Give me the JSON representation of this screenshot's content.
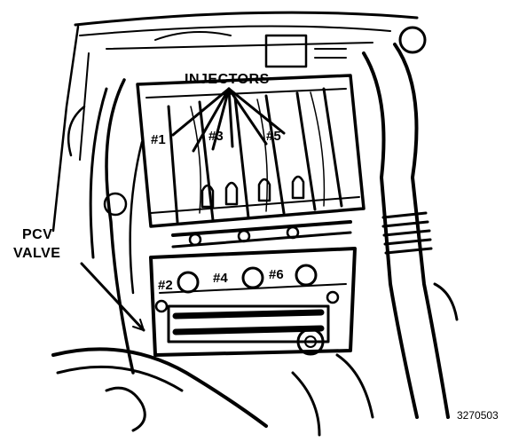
{
  "labels": {
    "injectors": "INJECTORS",
    "pcv_line1": "PCV",
    "pcv_line2": "VALVE",
    "cyl1": "#1",
    "cyl2": "#2",
    "cyl3": "#3",
    "cyl4": "#4",
    "cyl5": "#5",
    "cyl6": "#6"
  },
  "figure_number": "3270503",
  "colors": {
    "ink": "#000000",
    "paper": "#ffffff"
  }
}
